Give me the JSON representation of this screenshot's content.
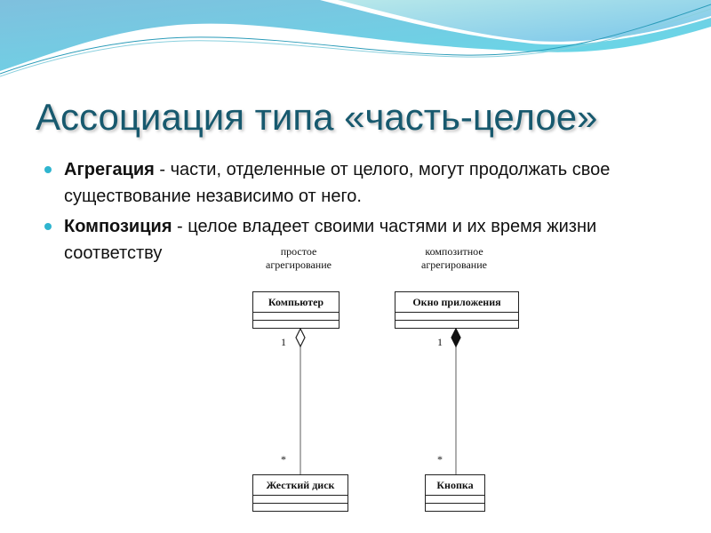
{
  "slide": {
    "title": "Ассоциация типа «часть-целое»",
    "bullets": [
      {
        "term": "Агрегация",
        "text": " - части, отделенные от целого, могут продолжать свое существование независимо от него."
      },
      {
        "term": "Композиция",
        "text": " - целое владеет своими частями и их время жизни соответству"
      }
    ],
    "colors": {
      "title": "#17596e",
      "bullet": "#2fb5cf",
      "wave": "#5cc8e0"
    }
  },
  "diagram": {
    "left": {
      "caption_line1": "простое",
      "caption_line2": "агрегирование",
      "whole": "Компьютер",
      "part": "Жесткий диск",
      "whole_multiplicity": "1",
      "part_multiplicity": "*",
      "marker": "hollow-diamond"
    },
    "right": {
      "caption_line1": "композитное",
      "caption_line2": "агрегирование",
      "whole": "Окно приложения",
      "part": "Кнопка",
      "whole_multiplicity": "1",
      "part_multiplicity": "*",
      "marker": "filled-diamond"
    }
  }
}
